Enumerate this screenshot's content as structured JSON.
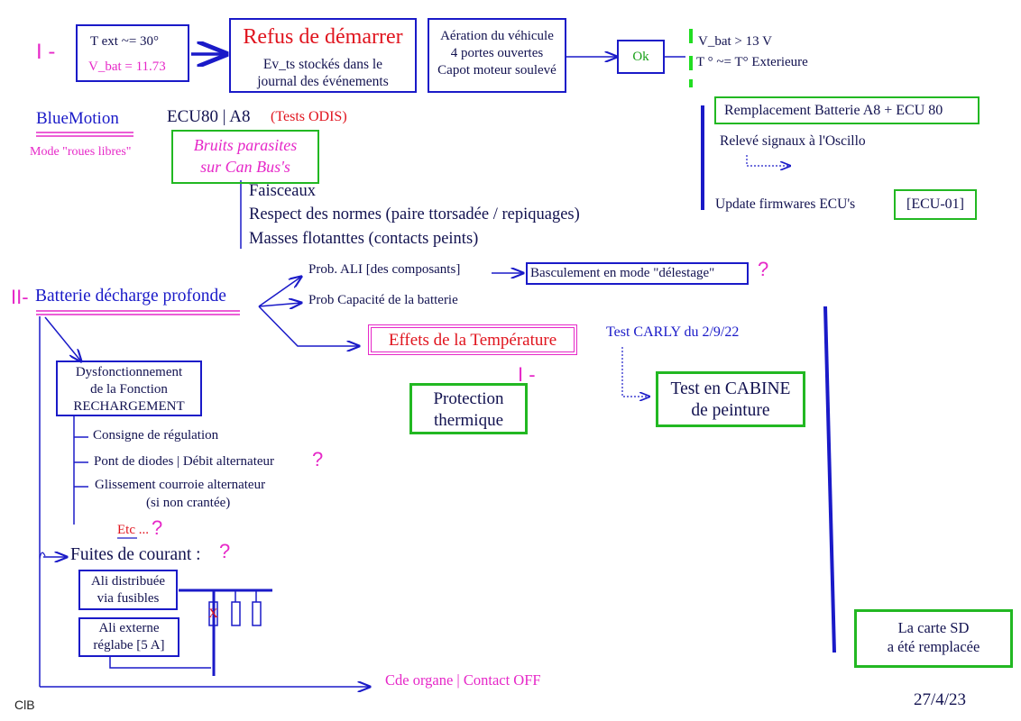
{
  "section1": {
    "roman": "I -",
    "conditions": {
      "t_ext": "T ext ~= 30°",
      "v_bat": "V_bat = 11.73"
    },
    "refus": {
      "title": "Refus de démarrer",
      "line1": "Ev_ts stockés dans le",
      "line2": "journal des événements"
    },
    "aeration": {
      "line1": "Aération du véhicule",
      "line2": "4 portes ouvertes",
      "line3": "Capot moteur soulevé"
    },
    "ok": "Ok",
    "vbat_result": "V_bat > 13 V",
    "temp_result": "T ° ~= T° Exterieure"
  },
  "right_panel": {
    "replacement": "Remplacement Batterie A8 + ECU 80",
    "oscillo": "Relevé signaux à l'Oscillo",
    "update": "Update firmwares ECU's",
    "ecu_tag": "[ECU-01]"
  },
  "bluemotion": {
    "title": "BlueMotion",
    "mode": "Mode \"roues libres\""
  },
  "ecu": {
    "label": "ECU80 | A8",
    "tests": "(Tests ODIS)"
  },
  "bruits": {
    "line1": "Bruits parasites",
    "line2": "sur Can Bus's"
  },
  "can_items": [
    "Faisceaux",
    "Respect des normes (paire ttorsadée / repiquages)",
    "Masses flotanttes (contacts peints)"
  ],
  "section2": {
    "roman": "II-",
    "title": "Batterie décharge profonde",
    "ali": "Prob. ALI [des composants]",
    "delestage": "Basculement en mode \"délestage\"",
    "question": "?",
    "capacite": "Prob Capacité de la batterie",
    "effets": "Effets de la Température",
    "roman_small": "I -",
    "protection": {
      "line1": "Protection",
      "line2": "thermique"
    },
    "carly": "Test CARLY du 2/9/22",
    "cabine": {
      "line1": "Test en CABINE",
      "line2": "de peinture"
    }
  },
  "recharge": {
    "box": {
      "line1": "Dysfonctionnement",
      "line2": "de la Fonction",
      "line3": "RECHARGEMENT"
    },
    "items": [
      "Consigne de régulation",
      "Pont de diodes | Débit alternateur",
      "Glissement courroie alternateur",
      "(si non crantée)"
    ],
    "etc": "Etc ...",
    "question": "?"
  },
  "fuites": {
    "title": "Fuites de courant :",
    "question": "?",
    "ali_dist": {
      "line1": "Ali distribuée",
      "line2": "via fusibles"
    },
    "ali_ext": {
      "line1": "Ali externe",
      "line2": "réglabe [5 A]"
    },
    "cross": "X"
  },
  "cde_organe": "Cde organe | Contact OFF",
  "sd_card": {
    "line1": "La carte SD",
    "line2": "a été remplacée"
  },
  "footer": {
    "author": "ClB",
    "date": "27/4/23"
  },
  "colors": {
    "blue": "#1a1ac8",
    "navy": "#121250",
    "red": "#e0141e",
    "magenta": "#e628c8",
    "green": "#22b822"
  }
}
